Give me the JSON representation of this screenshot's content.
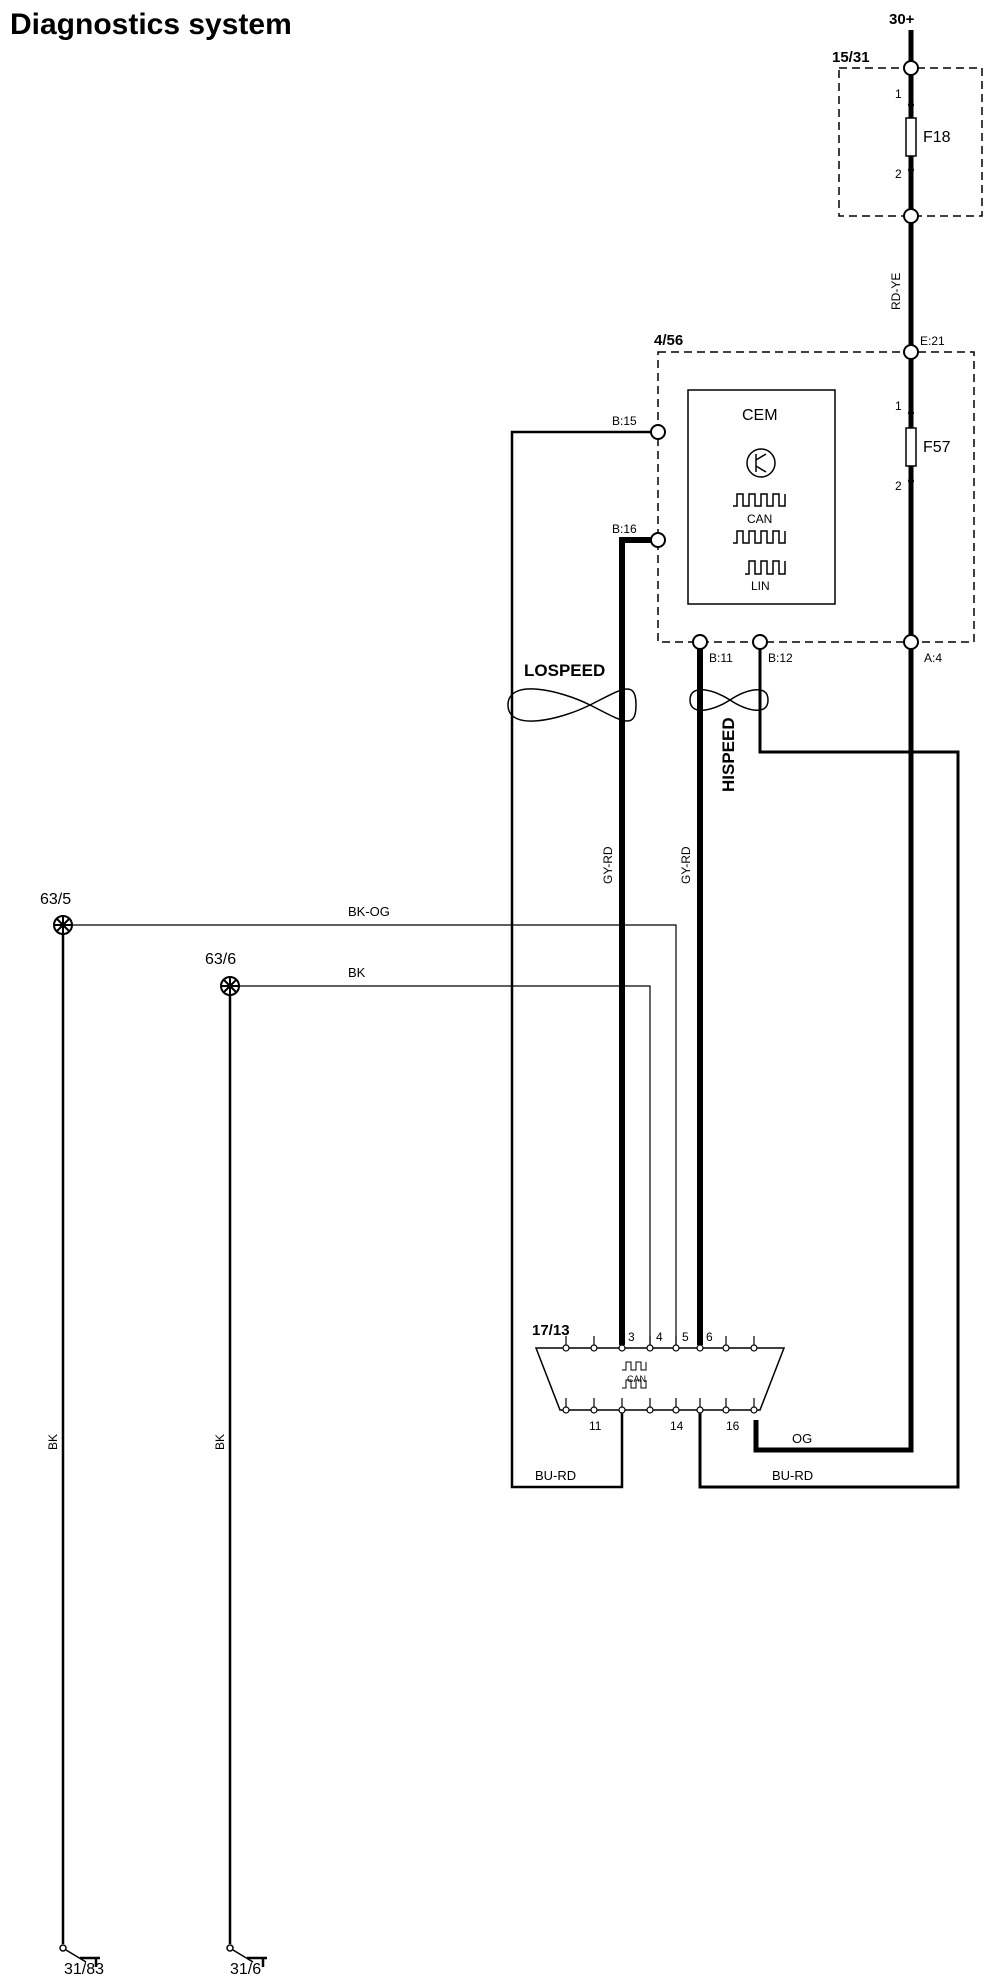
{
  "title": "Diagnostics system",
  "power": {
    "supply": "30+"
  },
  "fuse_box": {
    "id": "15/31",
    "fuse": "F18",
    "pin_in": "1",
    "pin_out": "2"
  },
  "cem_box": {
    "id": "4/56",
    "module": "CEM",
    "bus_labels": [
      "CAN",
      "LIN"
    ],
    "fuse": "F57",
    "fuse_pin_in": "1",
    "fuse_pin_out": "2",
    "pins": {
      "e21": "E:21",
      "b15": "B:15",
      "b16": "B:16",
      "b11": "B:11",
      "b12": "B:12",
      "a4": "A:4"
    }
  },
  "wires": {
    "rd_ye": "RD-YE",
    "gy_rd_1": "GY-RD",
    "gy_rd_2": "GY-RD",
    "bk_og": "BK-OG",
    "bk_top": "BK",
    "bk_left_1": "BK",
    "bk_left_2": "BK",
    "bu_rd_1": "BU-RD",
    "bu_rd_2": "BU-RD",
    "og": "OG"
  },
  "twist_labels": {
    "lospeed": "LOSPEED",
    "hispeed": "HISPEED"
  },
  "connector": {
    "id": "17/13",
    "bus_label": "CAN",
    "top_pins": [
      "3",
      "4",
      "5",
      "6"
    ],
    "bottom_pins": [
      "11",
      "14",
      "16"
    ]
  },
  "grounds": {
    "g1_point": "63/5",
    "g2_point": "63/6",
    "g1_terminal": "31/83",
    "g2_terminal": "31/6"
  }
}
